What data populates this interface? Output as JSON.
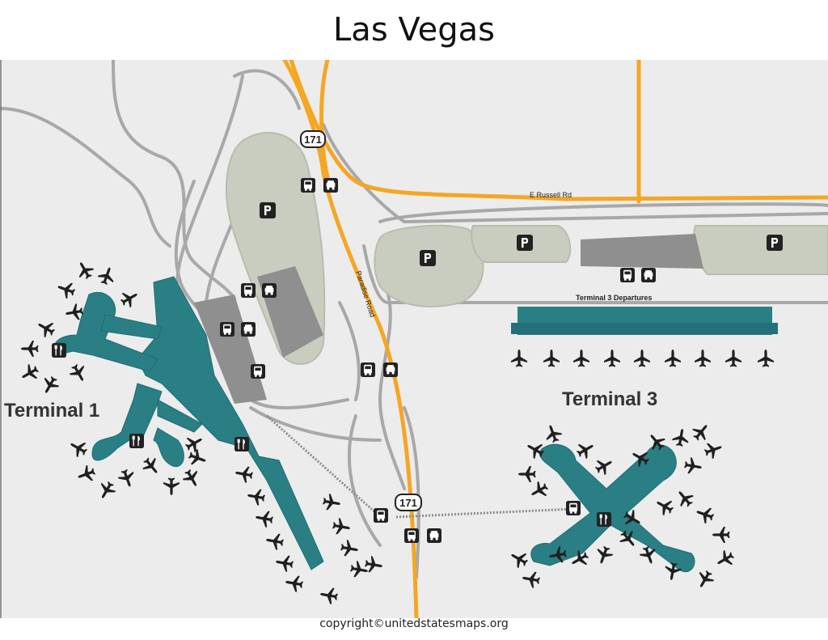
{
  "title": "Las Vegas",
  "footer": "copyright©unitedstatesmaps.org",
  "map": {
    "terminals": [
      "Terminal 1",
      "Terminal 3"
    ],
    "roads": {
      "street": "E Russell Rd",
      "paradise": "Paradise Road",
      "departures": "Terminal 3 Departures"
    },
    "route_shields": [
      "171",
      "171"
    ],
    "parking_label": "P",
    "colors": {
      "background": "#ececec",
      "terminal": "#2a7f84",
      "highway": "#f5a623",
      "road": "#a8a8a8",
      "parking_lot": "#c9cdbf",
      "garage": "#8f8f8f",
      "icon_bg": "#222222"
    },
    "icons": {
      "airplane": "airplane-icon",
      "car_rental": "car-rental-icon",
      "taxi": "taxi-icon",
      "bus": "bus-icon",
      "food": "food-icon",
      "parking": "parking-icon"
    }
  }
}
